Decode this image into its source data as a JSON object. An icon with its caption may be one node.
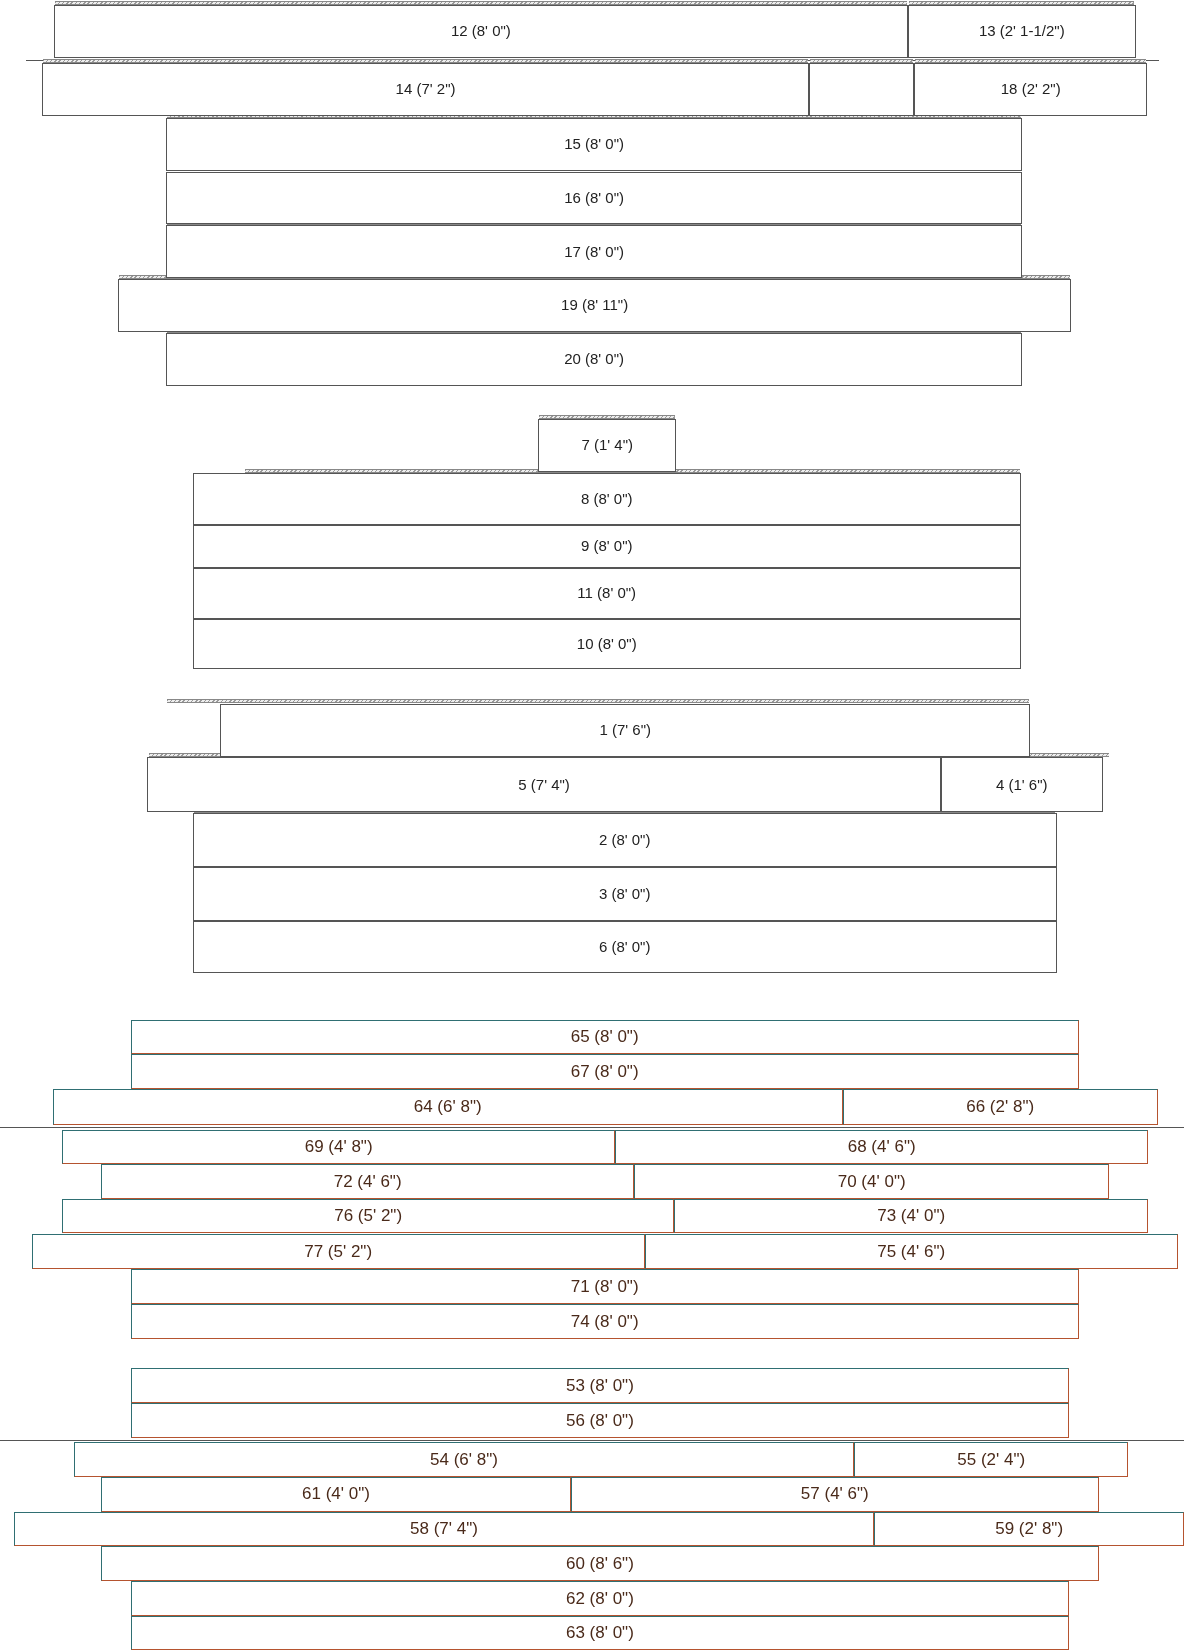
{
  "diagram": {
    "nodes": [
      {
        "text": [
          "12 (8' 0\")"
        ]
      },
      {
        "text": [
          "13 (2' 1-1/2\")"
        ]
      },
      {
        "text": [
          "14 (7' 2\")"
        ]
      },
      {
        "text": [],
        "shape": "box"
      },
      {
        "text": [
          "18 (2' 2\")"
        ]
      },
      {
        "text": [
          "15 (8' 0\")"
        ]
      },
      {
        "text": [
          "16 (8' 0\")"
        ]
      },
      {
        "text": [
          "17 (8' 0\")"
        ]
      },
      {
        "text": [
          "19 (8' 11\")"
        ]
      },
      {
        "text": [
          "20 (8' 0\")"
        ]
      },
      {
        "text": [
          "7 (1' 4\")"
        ]
      },
      {
        "text": [
          "8 (8' 0\")"
        ]
      },
      {
        "text": [
          "9 (8' 0\")"
        ]
      },
      {
        "text": [
          "11 (8' 0\")"
        ]
      },
      {
        "text": [
          "10 (8' 0\")"
        ]
      },
      {
        "text": [
          "1 (7' 6\")"
        ]
      },
      {
        "text": [
          "5 (7' 4\")"
        ]
      },
      {
        "text": [
          "4 (1' 6\")"
        ]
      },
      {
        "text": [
          "2 (8' 0\")"
        ]
      },
      {
        "text": [
          "3 (8' 0\")"
        ]
      },
      {
        "text": [
          "6 (8' 0\")"
        ]
      },
      {
        "text": [
          "65 (8' 0\")"
        ]
      },
      {
        "text": [
          "67 (8' 0\")"
        ]
      },
      {
        "text": [
          "64 (6' 8\")"
        ]
      },
      {
        "text": [
          "66 (2' 8\")"
        ]
      },
      {
        "text": [
          "69 (4' 8\")"
        ]
      },
      {
        "text": [
          "68 (4' 6\")"
        ]
      },
      {
        "text": [
          "72 (4' 6\")"
        ]
      },
      {
        "text": [
          "70 (4' 0\")"
        ]
      },
      {
        "text": [
          "76 (5' 2\")"
        ]
      },
      {
        "text": [
          "73 (4' 0\")"
        ]
      },
      {
        "text": [
          "77 (5' 2\")"
        ]
      },
      {
        "text": [
          "75 (4' 6\")"
        ]
      },
      {
        "text": [
          "71 (8' 0\")"
        ]
      },
      {
        "text": [
          "74 (8' 0\")"
        ]
      },
      {
        "text": [
          "53 (8' 0\")"
        ]
      },
      {
        "text": [
          "56 (8' 0\")"
        ]
      },
      {
        "text": [
          "54 (6' 8\")"
        ]
      },
      {
        "text": [
          "55 (2' 4\")"
        ]
      },
      {
        "text": [
          "61 (4' 0\")"
        ]
      },
      {
        "text": [
          "57 (4' 6\")"
        ]
      },
      {
        "text": [
          "58 (7' 4\")"
        ]
      },
      {
        "text": [
          "59 (2' 8\")"
        ]
      },
      {
        "text": [
          "60 (8' 6\")"
        ]
      },
      {
        "text": [
          "62 (8' 0\")"
        ]
      },
      {
        "text": [
          "63 (8' 0\")"
        ]
      }
    ]
  }
}
